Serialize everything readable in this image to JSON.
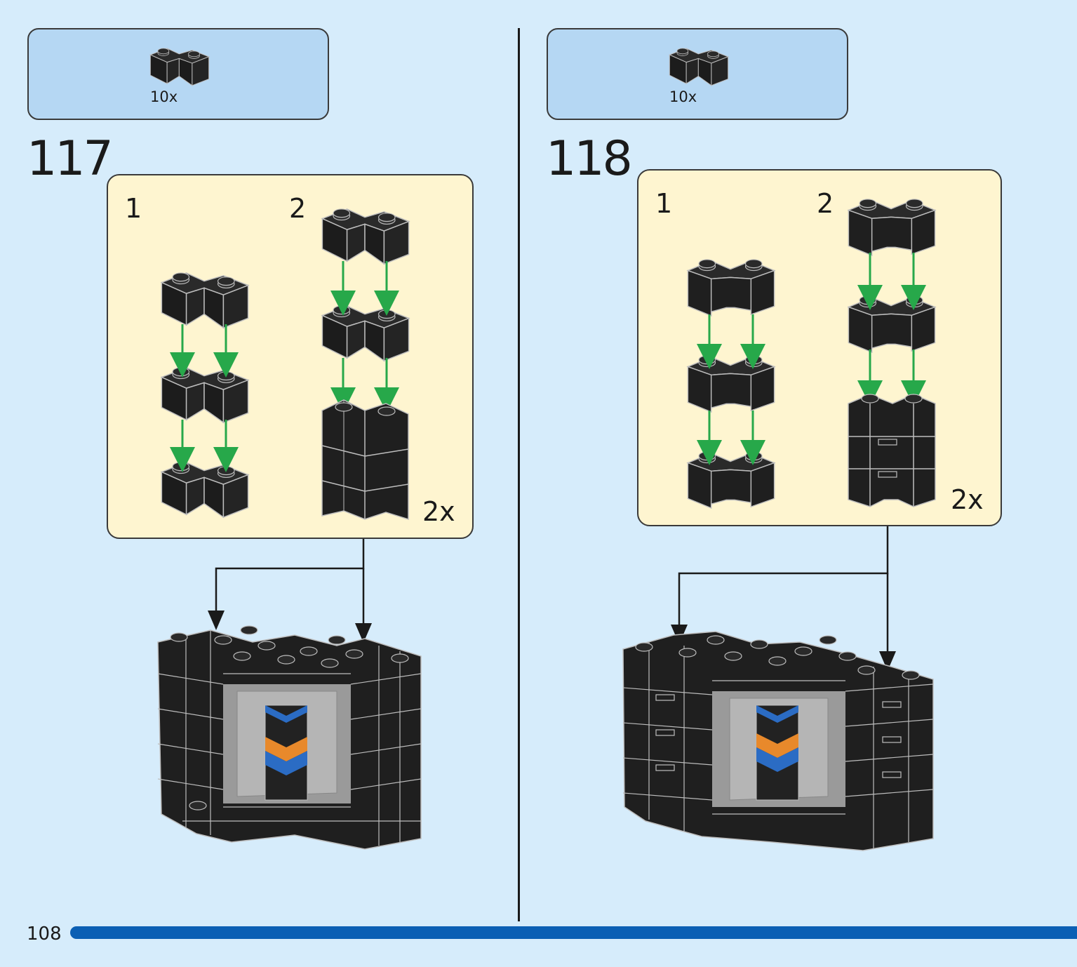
{
  "steps": [
    {
      "number": "117",
      "parts": {
        "quantity": "10x",
        "part": "black-corner-brick-icon"
      },
      "substeps": [
        {
          "label": "1"
        },
        {
          "label": "2",
          "multiplier": "2x"
        }
      ]
    },
    {
      "number": "118",
      "parts": {
        "quantity": "10x",
        "part": "black-corner-brick-icon"
      },
      "substeps": [
        {
          "label": "1"
        },
        {
          "label": "2",
          "multiplier": "2x"
        }
      ]
    }
  ],
  "page": {
    "number": "108"
  },
  "colors": {
    "background": "#d6ecfb",
    "parts_box": "#b5d7f3",
    "sub_panel": "#fef5d0",
    "brick": "#1f1f1f",
    "arrow": "#27a84a",
    "progress": "#0b5fb4",
    "accent_orange": "#e8892b",
    "accent_blue": "#2b6cc4"
  }
}
